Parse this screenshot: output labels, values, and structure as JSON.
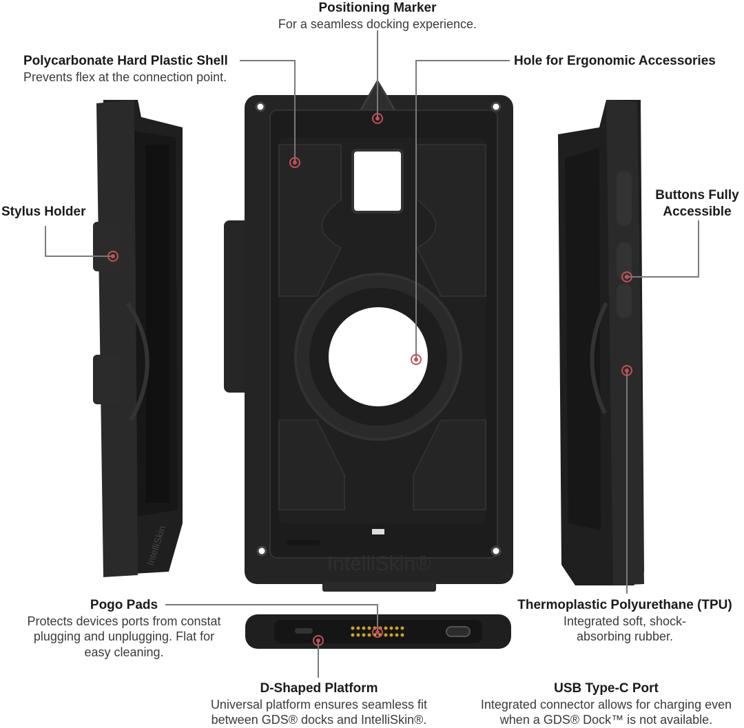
{
  "callouts": {
    "positioning": {
      "title": "Positioning Marker",
      "desc": "For a seamless docking experience."
    },
    "shell": {
      "title": "Polycarbonate Hard Plastic Shell",
      "desc": "Prevents flex at the connection point."
    },
    "hole": {
      "title": "Hole for Ergonomic Accessories",
      "desc": ""
    },
    "stylus": {
      "title": "Stylus Holder",
      "desc": ""
    },
    "buttons": {
      "title_line1": "Buttons Fully",
      "title_line2": "Accessible"
    },
    "pogo": {
      "title": "Pogo Pads",
      "desc_line1": "Protects devices ports from constat",
      "desc_line2": "plugging and unplugging. Flat for",
      "desc_line3": "easy cleaning."
    },
    "tpu": {
      "title": "Thermoplastic Polyurethane (TPU)",
      "desc_line1": "Integrated soft, shock-",
      "desc_line2": "absorbing rubber."
    },
    "dshape": {
      "title": "D-Shaped Platform",
      "desc_line1": "Universal platform ensures seamless fit",
      "desc_line2": "between GDS® docks and IntelliSkin®."
    },
    "usbc": {
      "title": "USB Type-C Port",
      "desc_line1": "Integrated connector allows for charging even",
      "desc_line2": "when a GDS® Dock™ is not available."
    }
  },
  "product": {
    "brand_mark": "IntelliSkin®",
    "side_mark": "IntelliSkin"
  },
  "colors": {
    "case": "#222222",
    "case_edge": "#3b3b3b",
    "marker": "#c4505a",
    "leader": "#7a7a7a",
    "pin": "#c9a227"
  }
}
